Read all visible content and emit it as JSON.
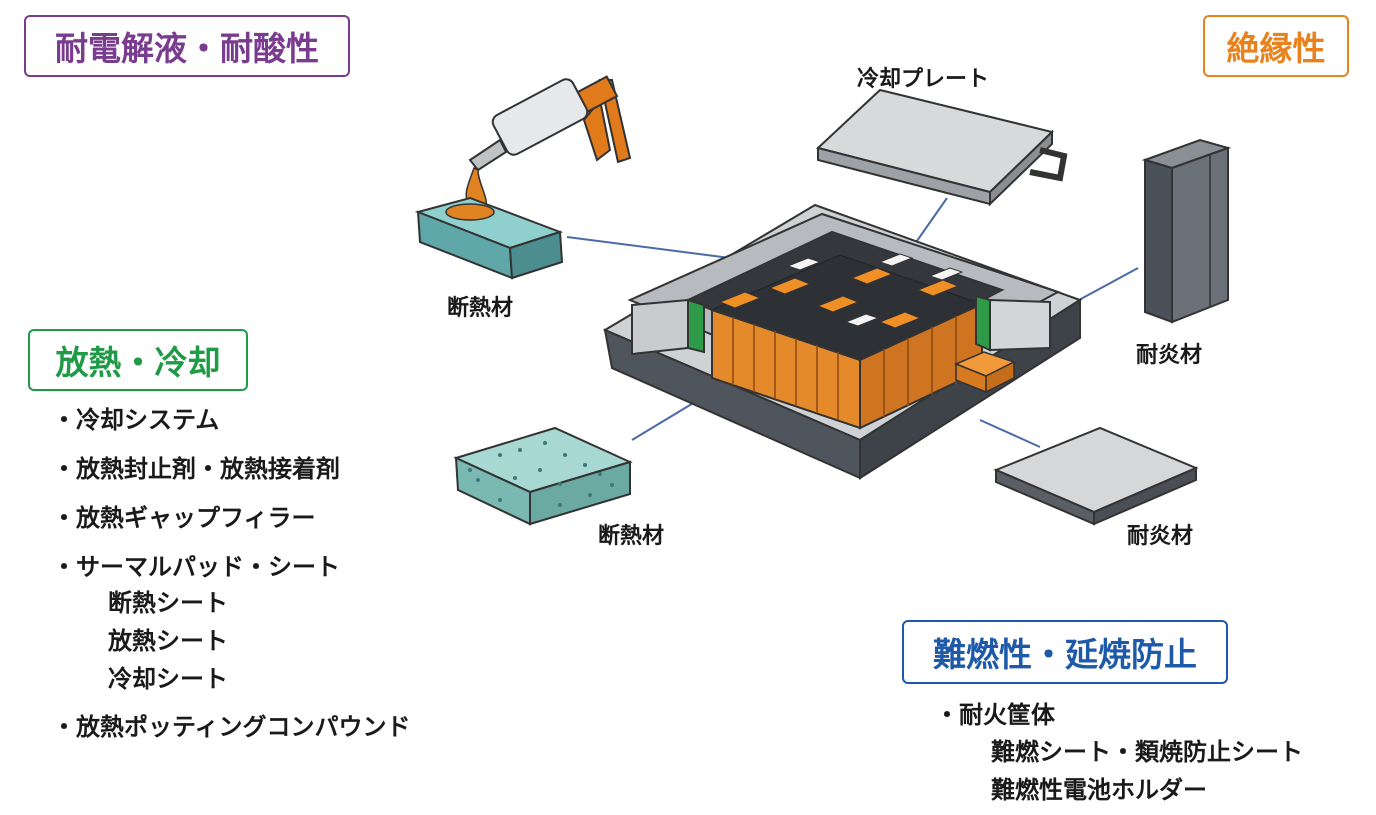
{
  "colors": {
    "purple": "#7a3c8e",
    "orange": "#e8821e",
    "green": "#1f9a46",
    "blue": "#1e5aa8"
  },
  "badges": {
    "electrolyte": "耐電解液・耐酸性",
    "insulation": "絶縁性",
    "heat": "放熱・冷却",
    "flame": "難燃性・延焼防止"
  },
  "diagram_labels": {
    "cooling_plate": "冷却プレート",
    "insulation_top": "断熱材",
    "fireproof_right": "耐炎材",
    "insulation_bottom": "断熱材",
    "fireproof_bottom": "耐炎材"
  },
  "cooling_list": {
    "items": [
      "・冷却システム",
      "・放熱封止剤・放熱接着剤",
      "・放熱ギャップフィラー",
      "・サーマルパッド・シート",
      "・放熱ポッティングコンパウンド"
    ],
    "sub_items": [
      "断熱シート",
      "放熱シート",
      "冷却シート"
    ]
  },
  "flame_list": {
    "items": [
      "・耐火筐体"
    ],
    "sub_items": [
      "難燃シート・類焼防止シート",
      "難燃性電池ホルダー"
    ]
  },
  "icons": [
    "caulking-gun-icon",
    "insulation-block-icon",
    "cooling-plate-icon",
    "fireproof-panel-icon",
    "battery-pack-icon"
  ]
}
